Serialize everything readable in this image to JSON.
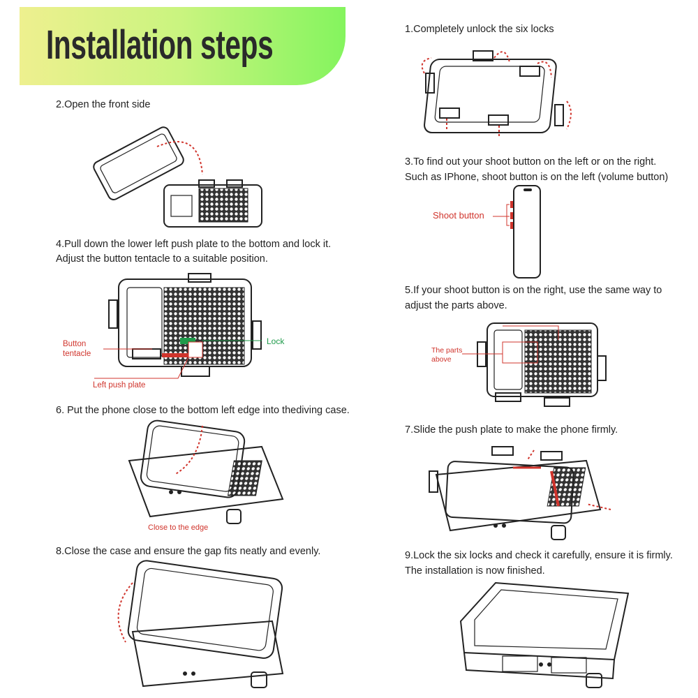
{
  "header": {
    "title": "Installation steps"
  },
  "steps": [
    {
      "lines": [
        "1.Completely unlock the six locks"
      ]
    },
    {
      "lines": [
        "2.Open the front side"
      ]
    },
    {
      "lines": [
        "3.To find out your shoot button on the left or on the right.",
        "Such as IPhone, shoot button is on the left (volume button)"
      ]
    },
    {
      "lines": [
        "4.Pull down the lower left push plate to the bottom and lock it.",
        " Adjust the button tentacle to a suitable position."
      ]
    },
    {
      "lines": [
        "5.If your shoot button is on the right, use the same way to",
        "adjust the parts above."
      ]
    },
    {
      "lines": [
        "6. Put the phone close to the bottom left edge into thediving case."
      ]
    },
    {
      "lines": [
        "7.Slide the push plate to make the phone firmly."
      ]
    },
    {
      "lines": [
        "8.Close the case and ensure the gap fits neatly and evenly."
      ]
    },
    {
      "lines": [
        "9.Lock the six locks and check it carefully, ensure it is firmly.",
        "The installation is now finished."
      ]
    }
  ],
  "callouts": {
    "shoot_button": "Shoot button",
    "button_tentacle": [
      "Button",
      "tentacle"
    ],
    "left_push_plate": "Left push plate",
    "lock": "Lock",
    "parts_above": [
      "The parts",
      "above"
    ],
    "close_to_edge": "Close to the edge"
  },
  "colors": {
    "accent_red": "#d0342c",
    "accent_green": "#1e9a4a",
    "banner_start": "#eef08f",
    "banner_end": "#84f45e"
  }
}
